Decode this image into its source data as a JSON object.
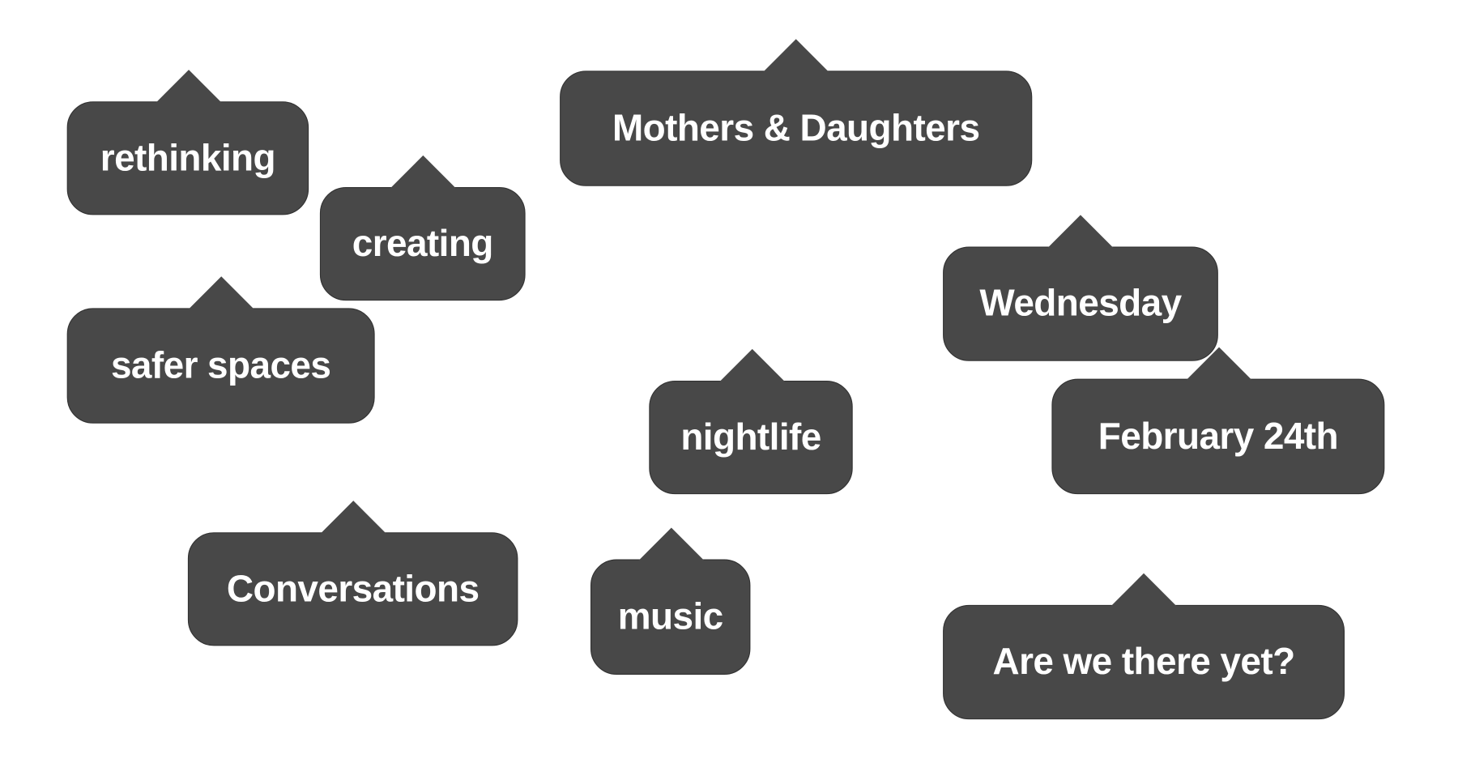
{
  "tags": [
    {
      "label": "rethinking"
    },
    {
      "label": "creating"
    },
    {
      "label": "safer spaces"
    },
    {
      "label": "Mothers & Daughters"
    },
    {
      "label": "Wednesday"
    },
    {
      "label": "nightlife"
    },
    {
      "label": "February 24th"
    },
    {
      "label": "Conversations"
    },
    {
      "label": "music"
    },
    {
      "label": "Are we there yet?"
    }
  ],
  "colors": {
    "bubble": "#484848",
    "text": "#ffffff",
    "background": "#ffffff"
  }
}
